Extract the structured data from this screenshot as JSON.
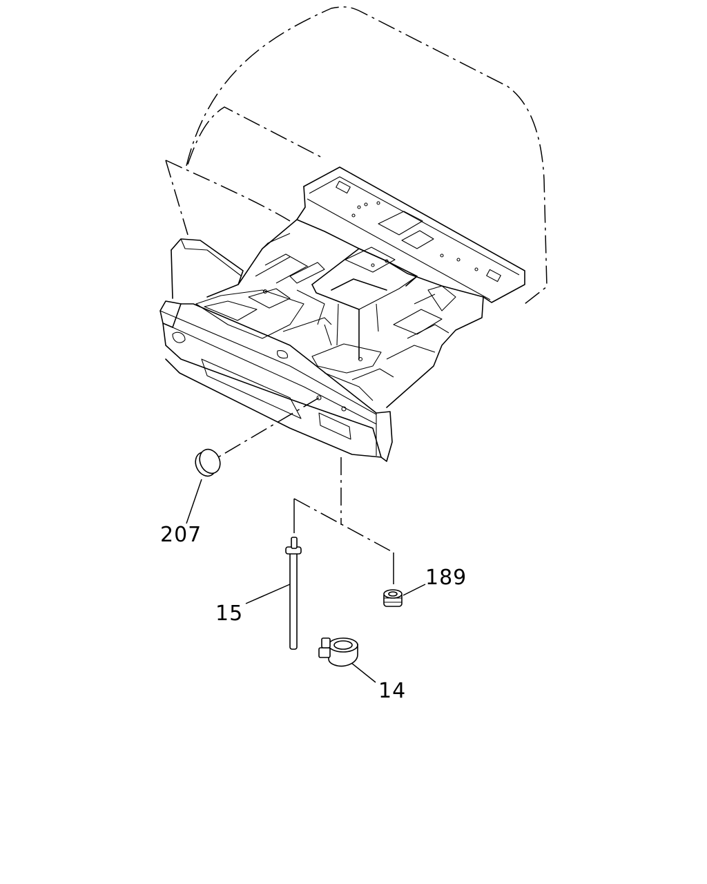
{
  "callouts": {
    "c207": "207",
    "c15": "15",
    "c189": "189",
    "c14": "14"
  },
  "colors": {
    "line": "#000000",
    "background": "#ffffff"
  }
}
